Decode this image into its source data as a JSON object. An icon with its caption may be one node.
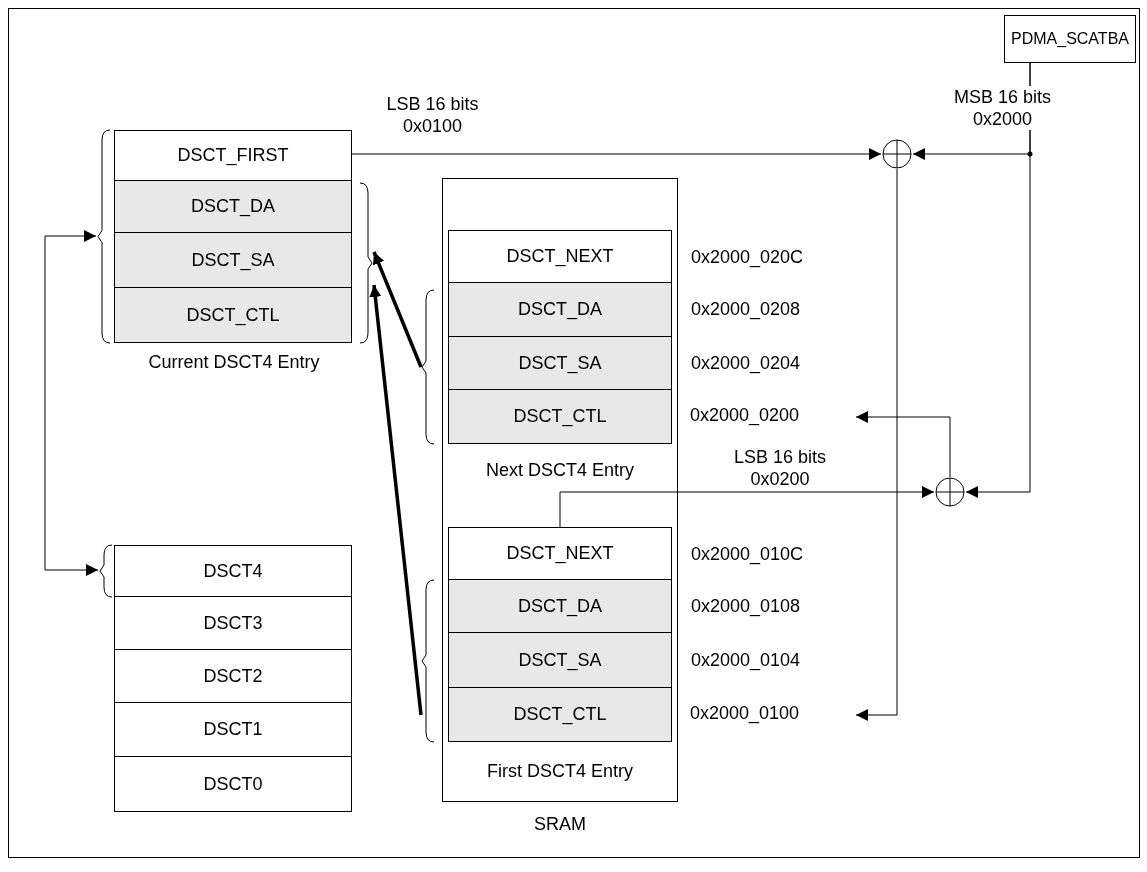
{
  "diagram": {
    "nodes": [
      {
        "text": [
          "Current DSCT4 Entry"
        ]
      },
      {
        "text": [
          "DSCT_FIRST"
        ],
        "in": 0
      },
      {
        "text": [
          "DSCT_DA"
        ],
        "in": 0
      },
      {
        "text": [
          "DSCT_SA"
        ],
        "in": 0
      },
      {
        "text": [
          "DSCT_CTL"
        ],
        "in": 0
      },
      {
        "text": [
          "PDMA_SCATBA"
        ]
      },
      {
        "text": [],
        "shape": "circle"
      },
      {
        "text": [
          "SRAM"
        ]
      },
      {
        "text": [
          "Next DSCT4 Entry"
        ],
        "in": 7
      },
      {
        "text": [
          "DSCT_NEXT"
        ],
        "in": 8,
        "beside": [
          "0x2000_020C"
        ]
      },
      {
        "text": [
          "DSCT_DA"
        ],
        "in": 8,
        "beside": [
          "0x2000_0208"
        ]
      },
      {
        "text": [
          "DSCT_SA"
        ],
        "in": 8,
        "beside": [
          "0x2000_0204"
        ]
      },
      {
        "text": [
          "DSCT_CTL"
        ],
        "in": 8
      },
      {
        "text": [
          "0x2000_0200"
        ]
      },
      {
        "text": [],
        "shape": "circle"
      },
      {
        "text": [
          "First DSCT4 Entry"
        ],
        "in": 7
      },
      {
        "text": [
          "DSCT_NEXT"
        ],
        "in": 15,
        "beside": [
          "0x2000_010C"
        ]
      },
      {
        "text": [
          "DSCT_DA"
        ],
        "in": 15,
        "beside": [
          "0x2000_0108"
        ]
      },
      {
        "text": [
          "DSCT_SA"
        ],
        "in": 15,
        "beside": [
          "0x2000_0104"
        ]
      },
      {
        "text": [
          "DSCT_CTL"
        ],
        "in": 15
      },
      {
        "text": [
          "0x2000_0100"
        ]
      },
      {
        "text": [
          "DSCT4"
        ]
      },
      {
        "text": [
          "DSCT3"
        ]
      },
      {
        "text": [
          "DSCT2"
        ]
      },
      {
        "text": [
          "DSCT1"
        ]
      },
      {
        "text": [
          "DSCT0"
        ]
      }
    ],
    "edges": [
      {
        "from": 1,
        "to": 6,
        "arrow": "to",
        "label": "LSB 16 bits 0x0100"
      },
      {
        "from": 5,
        "to": 6,
        "arrow": "to",
        "label": "MSB 16 bits 0x2000"
      },
      {
        "from": 5,
        "to": 14,
        "arrow": "to"
      },
      {
        "from": 6,
        "to": 20,
        "arrow": "to"
      },
      {
        "from": 16,
        "to": 14,
        "arrow": "to",
        "label": "LSB 16 bits 0x0200"
      },
      {
        "from": 14,
        "to": 13,
        "arrow": "to"
      },
      {
        "from": 8,
        "to": 0,
        "arrow": "to",
        "style": "thick"
      },
      {
        "from": 15,
        "to": 0,
        "arrow": "to",
        "style": "thick"
      },
      {
        "from": 21,
        "to": 0,
        "arrow": "both"
      }
    ]
  }
}
